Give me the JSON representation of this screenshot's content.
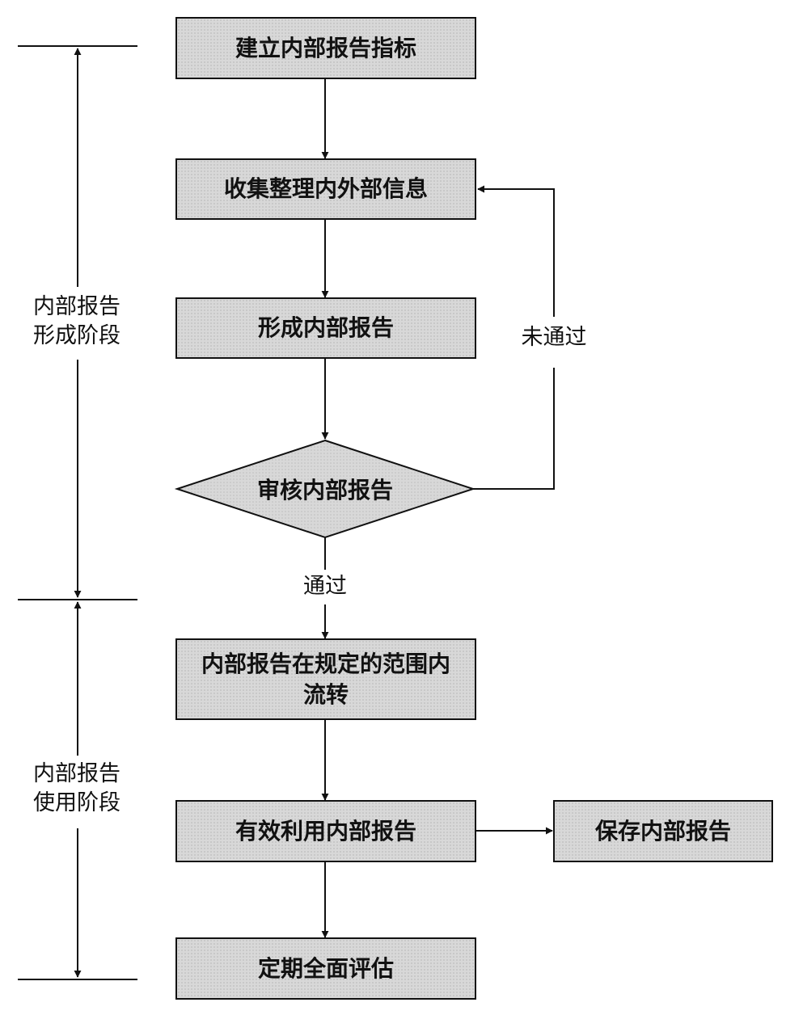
{
  "nodes": {
    "n1": "建立内部报告指标",
    "n2": "收集整理内外部信息",
    "n3": "形成内部报告",
    "n4": "审核内部报告",
    "n5_line1": "内部报告在规定的范围内",
    "n5_line2": "流转",
    "n6": "有效利用内部报告",
    "n7": "保存内部报告",
    "n8": "定期全面评估"
  },
  "edges": {
    "fail_label": "未通过",
    "pass_label": "通过"
  },
  "phases": {
    "formation_line1": "内部报告",
    "formation_line2": "形成阶段",
    "usage_line1": "内部报告",
    "usage_line2": "使用阶段"
  }
}
